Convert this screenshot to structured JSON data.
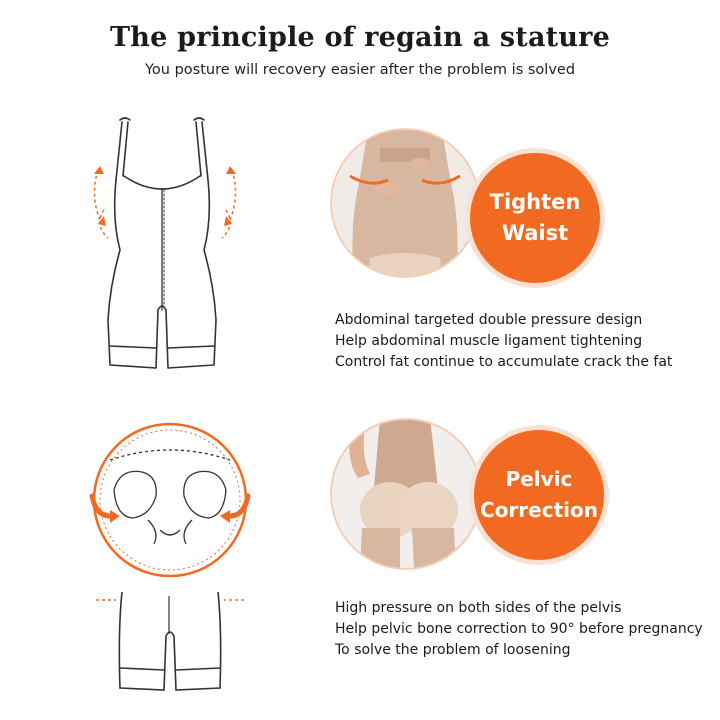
{
  "header": {
    "title": "The principle of regain a stature",
    "subtitle": "You posture will recovery easier after the problem is solved"
  },
  "sections": [
    {
      "badge_line1": "Tighten",
      "badge_line2": "Waist",
      "features": [
        "Abdominal targeted double pressure design",
        "Help abdominal muscle ligament tightening",
        "Control fat continue to accumulate crack the fat"
      ]
    },
    {
      "badge_line1": "Pelvic",
      "badge_line2": "Correction",
      "features": [
        "High pressure on both sides of the pelvis",
        "Help pelvic bone correction to 90° before pregnancy",
        "To solve the problem of loosening"
      ]
    }
  ],
  "colors": {
    "accent": "#f26a21",
    "accent_light": "#fbe1d2",
    "garment": "#d9b9a0",
    "outline": "#333333"
  },
  "icons": [
    "bodysuit-outline-icon",
    "compression-arrow-icon",
    "pelvis-icon"
  ]
}
